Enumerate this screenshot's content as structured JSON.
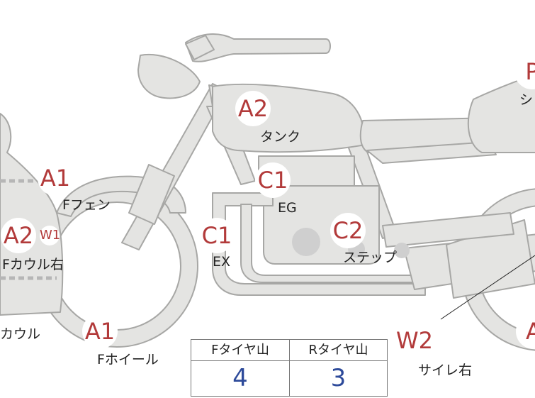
{
  "colors": {
    "part_fill": "#e4e4e2",
    "part_stroke": "#a7a7a5",
    "badge_text": "#b23a3a",
    "value_text": "#2d4a9a",
    "dot": "#cfcfcf"
  },
  "markers": [
    {
      "code": "A2",
      "label": "タンク"
    },
    {
      "code": "C1",
      "label": "EG"
    },
    {
      "code": "A1",
      "label": "Fフェン"
    },
    {
      "code": "A2",
      "label": "Fカウル右"
    },
    {
      "code": "W1",
      "label": ""
    },
    {
      "code": "C1",
      "label": "EX"
    },
    {
      "code": "C2",
      "label": "ステップ"
    },
    {
      "code": "A1",
      "label": "Fホイール"
    },
    {
      "code": "W2",
      "label": "サイレ右"
    },
    {
      "code": "P",
      "label": "シ"
    },
    {
      "code": "A",
      "label": ""
    },
    {
      "code": "",
      "label": "カウル"
    }
  ],
  "tire_table": {
    "headers": [
      "Fタイヤ山",
      "Rタイヤ山"
    ],
    "values": [
      "4",
      "3"
    ]
  }
}
